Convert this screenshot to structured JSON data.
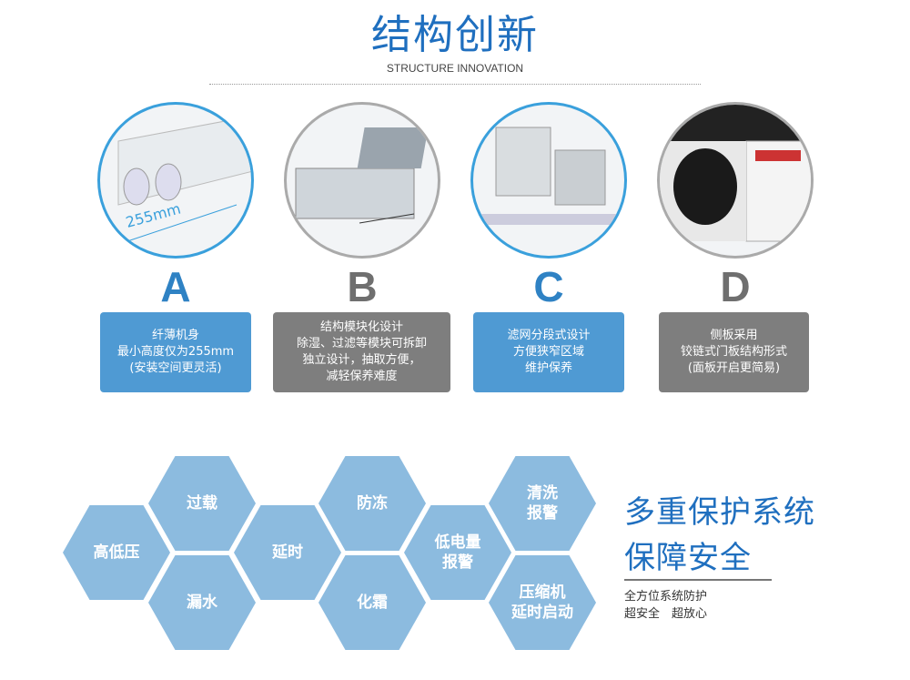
{
  "header": {
    "title": "结构创新",
    "subtitle": "STRUCTURE INNOVATION"
  },
  "features": [
    {
      "letter": "A",
      "color": "#2f82c4",
      "annotation": "255mm",
      "lines": [
        "纤薄机身",
        "最小高度仅为255mm",
        "(安装空间更灵活)"
      ]
    },
    {
      "letter": "B",
      "color": "#6f6f6f",
      "lines": [
        "结构模块化设计",
        "除湿、过滤等模块可拆卸",
        "独立设计，抽取方便，",
        "减轻保养难度"
      ]
    },
    {
      "letter": "C",
      "color": "#2f82c4",
      "lines": [
        "滤网分段式设计",
        "方便狭窄区域",
        "维护保养"
      ]
    },
    {
      "letter": "D",
      "color": "#6f6f6f",
      "lines": [
        "侧板采用",
        "铰链式门板结构形式",
        "(面板开启更简易)"
      ]
    }
  ],
  "protections": [
    {
      "lines": [
        "高低压"
      ]
    },
    {
      "lines": [
        "过载"
      ]
    },
    {
      "lines": [
        "漏水"
      ]
    },
    {
      "lines": [
        "延时"
      ]
    },
    {
      "lines": [
        "防冻"
      ]
    },
    {
      "lines": [
        "化霜"
      ]
    },
    {
      "lines": [
        "低电量",
        "报警"
      ]
    },
    {
      "lines": [
        "清洗",
        "报警"
      ]
    },
    {
      "lines": [
        "压缩机",
        "延时启动"
      ]
    }
  ],
  "protection_title": {
    "line1": "多重保护系统",
    "line2": "保障安全",
    "sub1": "全方位系统防护",
    "sub2": "超安全　超放心"
  }
}
